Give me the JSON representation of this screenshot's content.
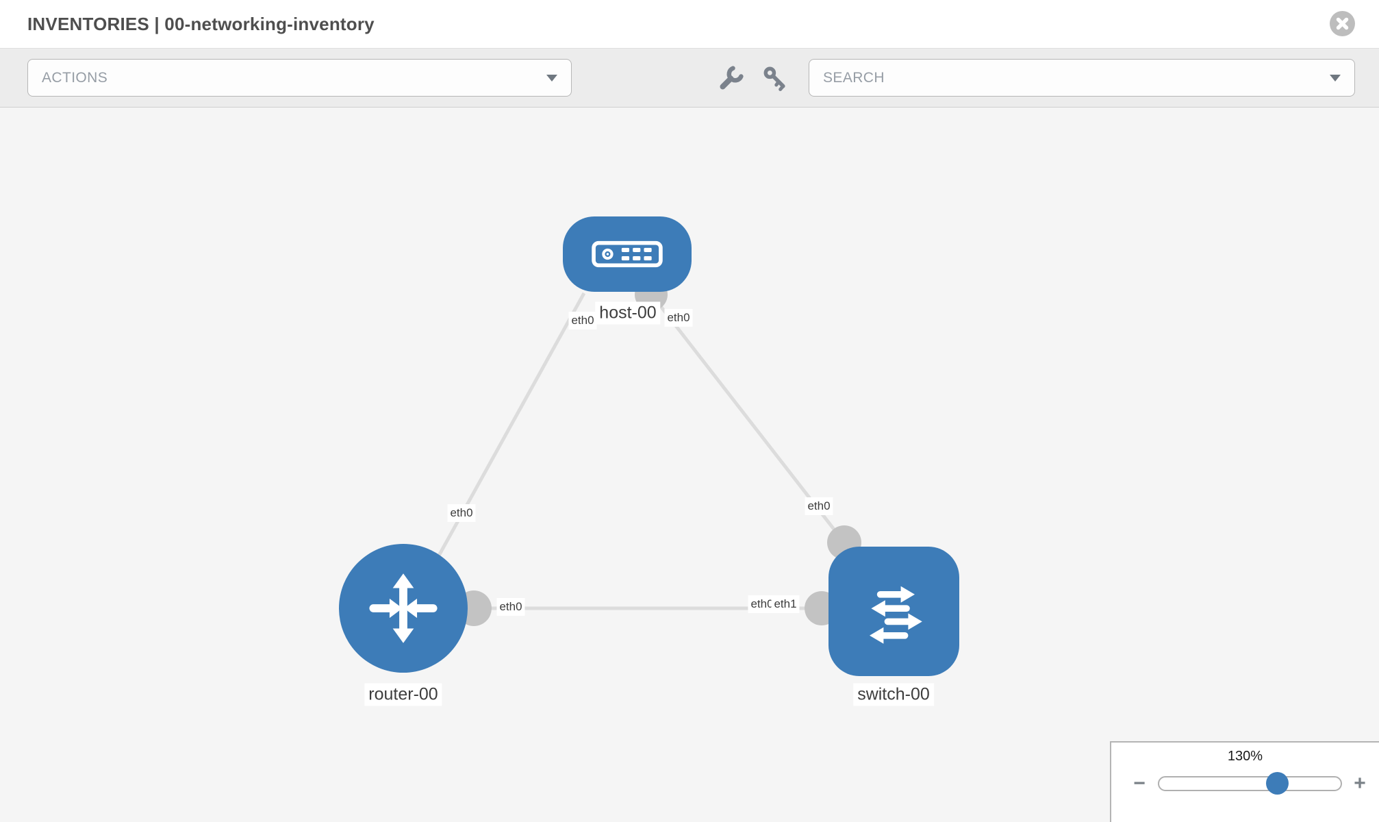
{
  "header": {
    "title": "INVENTORIES | 00-networking-inventory"
  },
  "toolbar": {
    "actions_label": "ACTIONS",
    "search_placeholder": "SEARCH"
  },
  "canvas": {
    "nodes": [
      {
        "label": "host-00",
        "type": "host",
        "icon": "server-icon"
      },
      {
        "label": "router-00",
        "type": "router",
        "icon": "router-arrows-icon"
      },
      {
        "label": "switch-00",
        "type": "switch",
        "icon": "switch-arrows-icon"
      }
    ],
    "links": [
      {
        "from": "host-00",
        "to": "router-00",
        "from_interface": "eth0",
        "to_interface": "eth0"
      },
      {
        "from": "host-00",
        "to": "switch-00",
        "from_interface": "eth0",
        "to_interface": "eth0"
      },
      {
        "from": "router-00",
        "to": "switch-00",
        "from_interface": "eth0",
        "to_interface": "eth1"
      }
    ],
    "interface_labels": [
      {
        "text": "eth0"
      },
      {
        "text": "eth0"
      },
      {
        "text": "eth0"
      },
      {
        "text": "eth0"
      },
      {
        "text": "eth0"
      },
      {
        "text": "eth0"
      },
      {
        "text": "eth1"
      }
    ]
  },
  "zoom_control": {
    "value": "130%",
    "minus_label": "−",
    "plus_label": "+"
  },
  "icons": {
    "close": "circle-x",
    "wrench": "wrench",
    "key": "key",
    "dropdown": "chevron-down"
  },
  "colors": {
    "node_blue": "#3d7cb8",
    "link_gray": "#dcdcdc",
    "port_gray": "#c3c3c3",
    "canvas_bg": "#f5f5f5",
    "toolbar_bg": "#ececec",
    "icon_gray": "#7b828c"
  }
}
